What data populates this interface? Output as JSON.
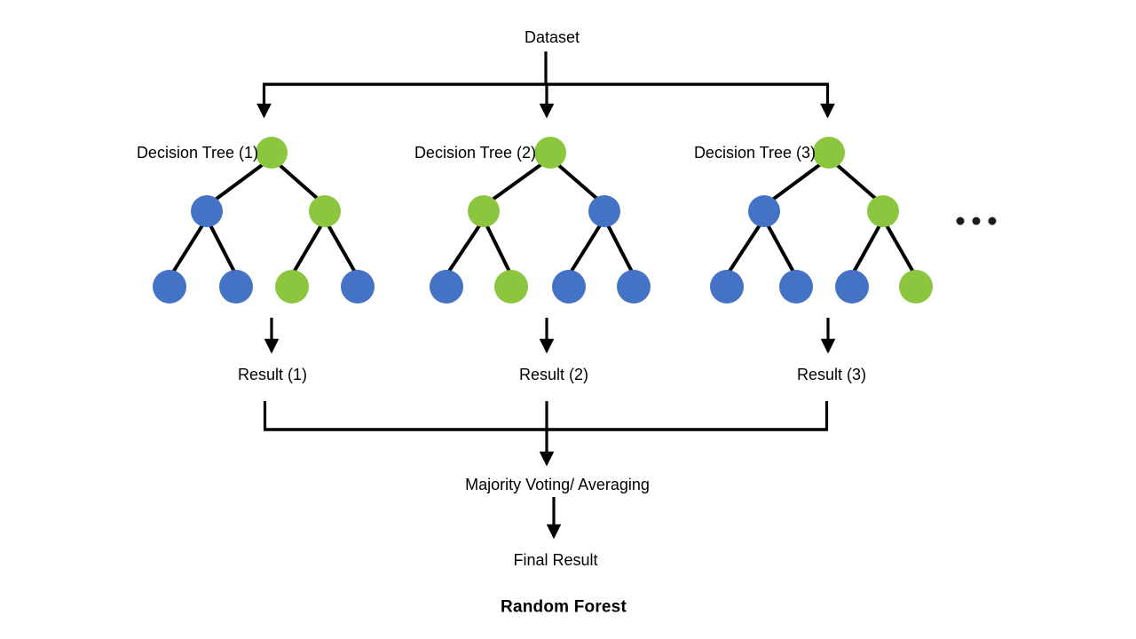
{
  "figure": {
    "title": "Random Forest",
    "background_color": "#ffffff",
    "line_color": "#000000",
    "node_colors": {
      "green": "#8CC63F",
      "blue": "#4472C4"
    }
  },
  "nodes": {
    "dataset_label": "Dataset",
    "aggregation_label": "Majority Voting/ Averaging",
    "final_label": "Final Result",
    "ellipsis": "•••"
  },
  "trees": [
    {
      "label": "Decision Tree (1)",
      "result_label": "Result (1)",
      "root_color": "green",
      "level1_colors": [
        "blue",
        "green"
      ],
      "leaf_colors": [
        "blue",
        "blue",
        "green",
        "blue"
      ]
    },
    {
      "label": "Decision Tree (2)",
      "result_label": "Result (2)",
      "root_color": "green",
      "level1_colors": [
        "green",
        "blue"
      ],
      "leaf_colors": [
        "blue",
        "green",
        "blue",
        "blue"
      ]
    },
    {
      "label": "Decision Tree (3)",
      "result_label": "Result (3)",
      "root_color": "blue",
      "level1_colors": [
        "blue",
        "green"
      ],
      "leaf_colors": [
        "blue",
        "blue",
        "blue",
        "green"
      ]
    }
  ],
  "tree3_root_color_override": "green"
}
